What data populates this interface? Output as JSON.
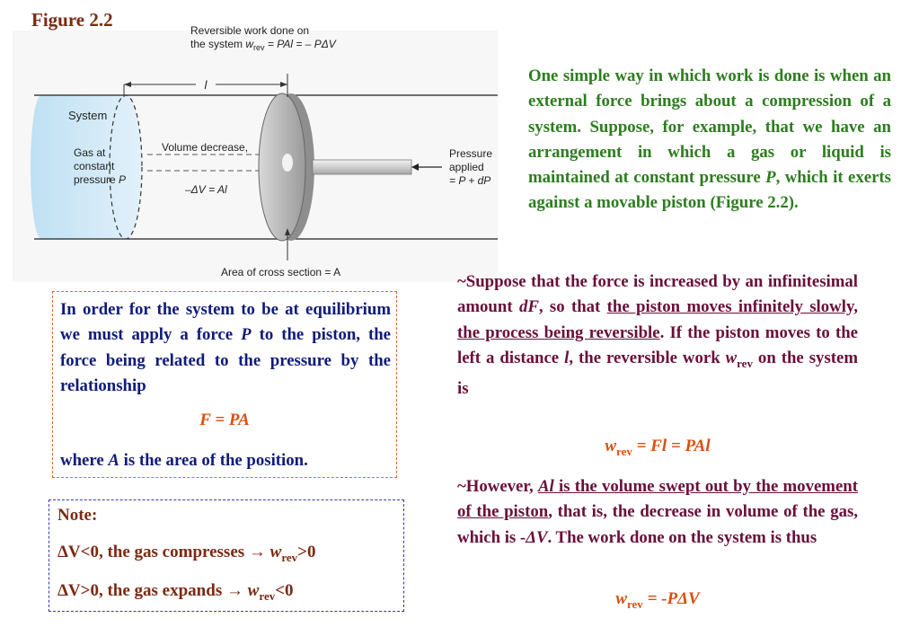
{
  "figure_title": "Figure 2.2",
  "diagram": {
    "top_label_line1": "Reversible work done on",
    "top_label_line2_prefix": "the system ",
    "w": "w",
    "rev": "rev",
    "top_label_line2_eq": " = PAl = – PΔV",
    "length_label": "l",
    "system_label": "System",
    "gas_line1": "Gas at",
    "gas_line2": "constant",
    "gas_line3": "pressure ",
    "gas_P": "P",
    "volume_label": "Volume decrease,",
    "volume_eq": "–ΔV = Al",
    "pressure_line1": "Pressure",
    "pressure_line2": "applied",
    "pressure_line3": "= P + dP",
    "area_label": "Area of cross section = A"
  },
  "intro": {
    "text_before": "One simple way in which work is done is when an external force brings about a compression of a system. Suppose, for example, that we have an arrangement in which a gas or liquid is maintained at constant pressure ",
    "P": "P",
    "text_after": ", which it exerts against a movable piston (Figure 2.2)."
  },
  "equilibrium_box": {
    "text": "In order for the system to be at equilibrium we must apply a force ",
    "P": "P",
    "text2": " to the piston, the force being related to the pressure by the relationship",
    "equation": "F = PA",
    "where_prefix": "where ",
    "where_A": "A",
    "where_suffix": " is the area of the position."
  },
  "note_box": {
    "title": "Note:",
    "line1_a": "ΔV<0, the gas compresses → ",
    "line1_w": "w",
    "line1_sub": "rev",
    "line1_b": ">0",
    "line2_a": "ΔV>0, the gas expands → ",
    "line2_w": "w",
    "line2_sub": "rev",
    "line2_b": "<0"
  },
  "para1": {
    "a": "~Suppose that the force is increased by an infinitesimal amount ",
    "dF": "dF",
    "b": ", so that ",
    "underlined": "the piston moves infinitely slowly, the process being reversible",
    "c": ". If the piston moves to the left a distance ",
    "l": "l",
    "d": ", the reversible work ",
    "w": "w",
    "rev": "rev",
    "e": " on the system is"
  },
  "eq2": {
    "w": "w",
    "rev": "rev",
    "rest": " = Fl = PAl"
  },
  "para2": {
    "a": "~However, ",
    "underlined_italic": "Al",
    "underlined": " is the volume swept out by the movement of the piston",
    "b": ", that is, the decrease in volume of the gas, which is -",
    "dV": "ΔV",
    "c": ". The work done on the system is thus"
  },
  "eq3": {
    "w": "w",
    "rev": "rev",
    "rest": " = -PΔV"
  },
  "colors": {
    "intro_green": "#2d7d1f",
    "navy": "#0f1b7a",
    "maroon": "#6a0f3a",
    "orange_eq": "#d9500e",
    "title_brown": "#7a2a12"
  }
}
